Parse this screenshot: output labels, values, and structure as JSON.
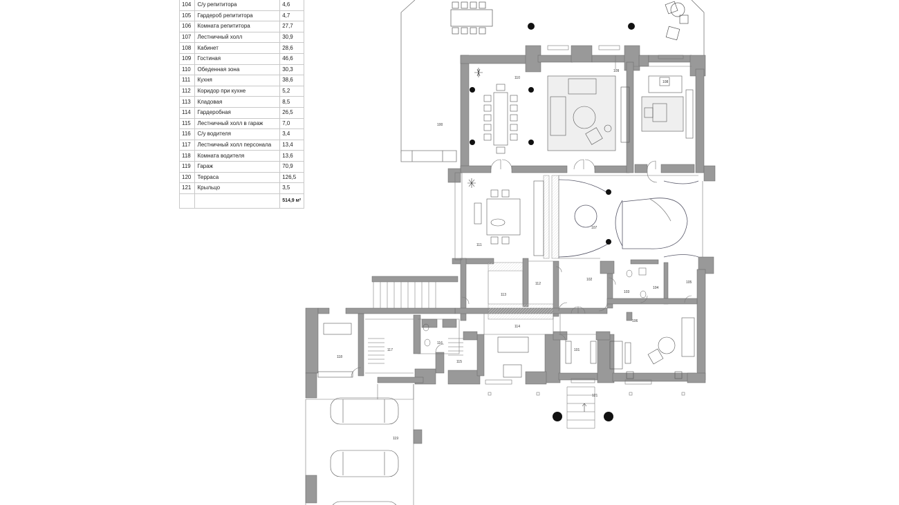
{
  "rooms": [
    {
      "num": "104",
      "name": "С/у репититора",
      "area": "4,6"
    },
    {
      "num": "105",
      "name": "Гардероб репититора",
      "area": "4,7"
    },
    {
      "num": "106",
      "name": "Комната репититора",
      "area": "27,7"
    },
    {
      "num": "107",
      "name": "Лестничный холл",
      "area": "30,9"
    },
    {
      "num": "108",
      "name": "Кабинет",
      "area": "28,6"
    },
    {
      "num": "109",
      "name": "Гостиная",
      "area": "46,6"
    },
    {
      "num": "110",
      "name": "Обеденная зона",
      "area": "30,3"
    },
    {
      "num": "111",
      "name": "Кухня",
      "area": "38,6"
    },
    {
      "num": "112",
      "name": "Коридор при кухне",
      "area": "5,2"
    },
    {
      "num": "113",
      "name": "Кладовая",
      "area": "8,5"
    },
    {
      "num": "114",
      "name": "Гардеробная",
      "area": "26,5"
    },
    {
      "num": "115",
      "name": "Лестничный холл в гараж",
      "area": "7,0"
    },
    {
      "num": "116",
      "name": "С/у водителя",
      "area": "3,4"
    },
    {
      "num": "117",
      "name": "Лестничный холл персонала",
      "area": "13,4"
    },
    {
      "num": "118",
      "name": "Комната водителя",
      "area": "13,6"
    },
    {
      "num": "119",
      "name": "Гараж",
      "area": "70,9"
    },
    {
      "num": "120",
      "name": "Терраса",
      "area": "126,5"
    },
    {
      "num": "121",
      "name": "Крыльцо",
      "area": "3,5"
    }
  ],
  "total_area": "514,9 м²",
  "plan_labels": {
    "r100": "100",
    "r101": "101",
    "r102": "102",
    "r103": "103",
    "r104": "104",
    "r105": "105",
    "r106": "106",
    "r107": "107",
    "r108": "108",
    "r109": "109",
    "r110": "110",
    "r111": "111",
    "r112": "112",
    "r113": "113",
    "r114": "114",
    "r115": "115",
    "r116": "116",
    "r117": "117",
    "r118": "118",
    "r119": "119",
    "r121": "121"
  }
}
